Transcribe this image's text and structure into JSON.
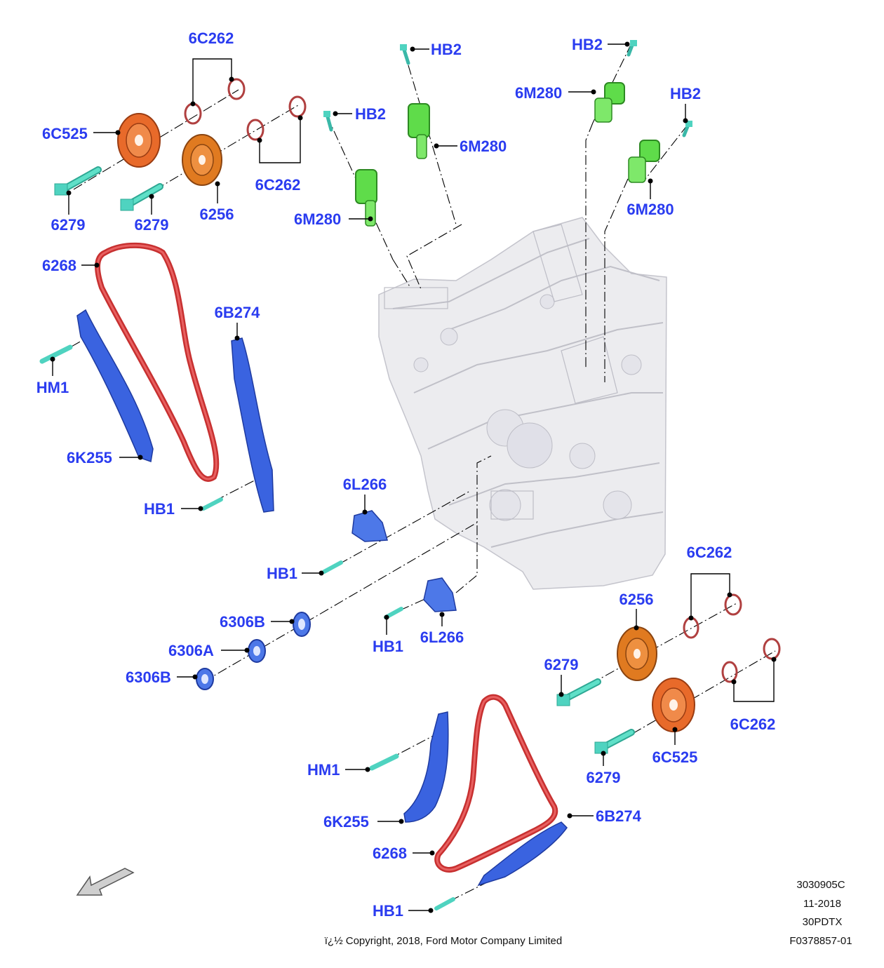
{
  "diagram": {
    "labels": {
      "c262_tl": "6C262",
      "c525_tl": "6C525",
      "c262_tl2": "6C262",
      "b6279_tl1": "6279",
      "b6279_tl2": "6279",
      "s6256_tl": "6256",
      "hb2_1": "HB2",
      "hb2_2": "HB2",
      "m280_1": "6M280",
      "m280_2": "6M280",
      "hb2_3": "HB2",
      "m280_3": "6M280",
      "hb2_4": "HB2",
      "m280_4": "6M280",
      "chain_tl": "6268",
      "guide_tl": "6B274",
      "hm1_tl": "HM1",
      "k255_tl": "6K255",
      "hb1_tl": "HB1",
      "l266_1": "6L266",
      "hb1_2": "HB1",
      "hb1_3": "HB1",
      "l266_2": "6L266",
      "s306b_1": "6306B",
      "s306a": "6306A",
      "s306b_2": "6306B",
      "c262_br1": "6C262",
      "s6256_br": "6256",
      "b6279_br1": "6279",
      "c262_br2": "6C262",
      "c525_br": "6C525",
      "b6279_br2": "6279",
      "hm1_br": "HM1",
      "k255_br": "6K255",
      "guide_br": "6B274",
      "chain_br": "6268",
      "hb1_br": "HB1"
    },
    "meta": {
      "code": "3030905C",
      "date": "11-2018",
      "model": "30PDTX",
      "ref": "F0378857-01",
      "copyright": "ï¿½ Copyright, 2018, Ford Motor Company Limited"
    },
    "colors": {
      "label": "#2a3cf0",
      "chain": "#d23a3a",
      "guide": "#3a63e0",
      "bolt": "#4fd3c0",
      "solenoid": "#5fdc4a",
      "sprocket_orange": "#e8782a",
      "block": "#d9d9de"
    }
  }
}
